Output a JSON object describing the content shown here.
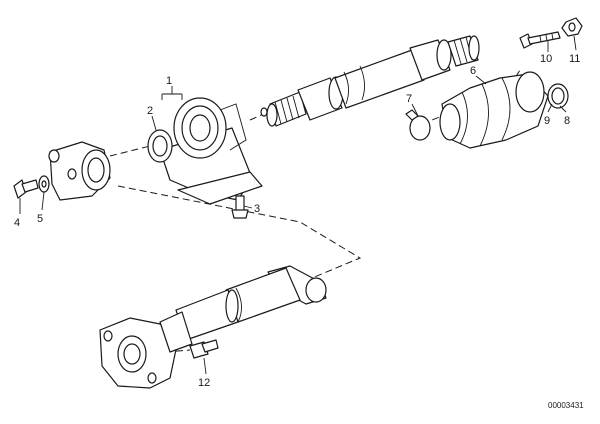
{
  "callouts": {
    "c1": "1",
    "c2": "2",
    "c3": "3",
    "c4": "4",
    "c5": "5",
    "c6": "6",
    "c7": "7",
    "c8": "8",
    "c9": "9",
    "c10": "10",
    "c11": "11",
    "c12": "12"
  },
  "reference_number": "00003431",
  "colors": {
    "line": "#1a1a1a",
    "background": "#ffffff"
  }
}
